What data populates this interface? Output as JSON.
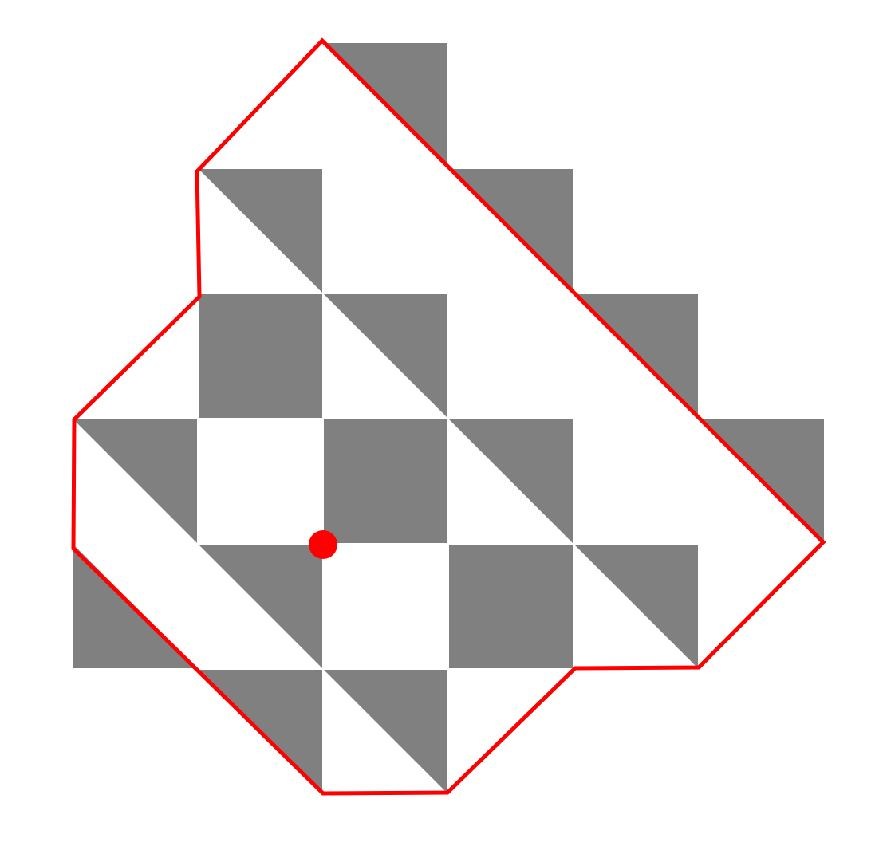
{
  "figure": {
    "shaded_fill": "#808080",
    "background": "#ffffff",
    "outline_color": "#ff0000",
    "marker_color": "#ff0000",
    "grid_line_color": "#ffffff",
    "shaded_tiles": [
      {
        "col": 2,
        "row": 0,
        "shape": "triangle",
        "half": "upper-right"
      },
      {
        "col": 1,
        "row": 1,
        "shape": "triangle",
        "half": "upper-right"
      },
      {
        "col": 3,
        "row": 1,
        "shape": "triangle",
        "half": "upper-right"
      },
      {
        "col": 1,
        "row": 2,
        "shape": "square"
      },
      {
        "col": 2,
        "row": 2,
        "shape": "triangle",
        "half": "upper-right"
      },
      {
        "col": 4,
        "row": 2,
        "shape": "triangle",
        "half": "upper-right"
      },
      {
        "col": 0,
        "row": 3,
        "shape": "triangle",
        "half": "upper-right"
      },
      {
        "col": 2,
        "row": 3,
        "shape": "square"
      },
      {
        "col": 3,
        "row": 3,
        "shape": "triangle",
        "half": "upper-right"
      },
      {
        "col": 5,
        "row": 3,
        "shape": "triangle",
        "half": "upper-right"
      },
      {
        "col": 0,
        "row": 4,
        "shape": "triangle",
        "half": "lower-left"
      },
      {
        "col": 1,
        "row": 4,
        "shape": "triangle",
        "half": "upper-right"
      },
      {
        "col": 3,
        "row": 4,
        "shape": "square"
      },
      {
        "col": 4,
        "row": 4,
        "shape": "triangle",
        "half": "upper-right"
      },
      {
        "col": 1,
        "row": 5,
        "shape": "triangle",
        "half": "upper-right"
      },
      {
        "col": 2,
        "row": 5,
        "shape": "triangle",
        "half": "upper-right"
      }
    ]
  }
}
